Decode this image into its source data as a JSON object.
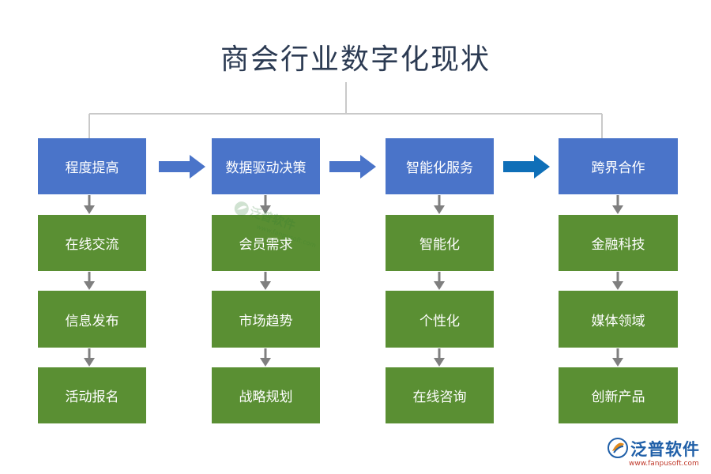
{
  "title": "商会行业数字化现状",
  "columns": [
    {
      "header": "程度提高",
      "items": [
        "在线交流",
        "信息发布",
        "活动报名"
      ]
    },
    {
      "header": "数据驱动决策",
      "items": [
        "会员需求",
        "市场趋势",
        "战略规划"
      ]
    },
    {
      "header": "智能化服务",
      "items": [
        "智能化",
        "个性化",
        "在线咨询"
      ]
    },
    {
      "header": "跨界合作",
      "items": [
        "金融科技",
        "媒体领域",
        "创新产品"
      ]
    }
  ],
  "watermark": {
    "brand": "泛普软件",
    "url": "www.fanpusoft.com"
  },
  "colors": {
    "header_box": "#4a74c9",
    "item_box": "#5a8f33",
    "connector": "#c9c9c9",
    "down_arrow": "#7f7f7f",
    "right_arrow": "#4a74c9",
    "right_arrow_emphasis": "#0f6fb8"
  }
}
